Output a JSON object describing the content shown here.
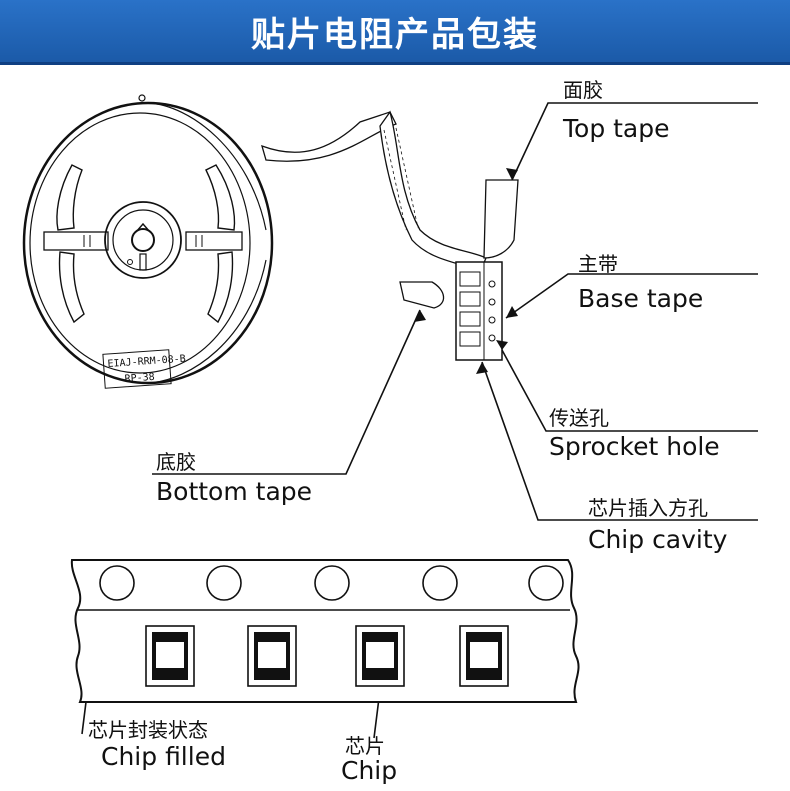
{
  "title": "贴片电阻产品包装",
  "colors": {
    "banner": "#1f63b6",
    "ink": "#111111"
  },
  "reel_labels": {
    "line1": "EIAJ-RRM-08-B",
    "line2": "RP-38"
  },
  "callouts": {
    "top_tape": {
      "zh": "面胶",
      "en": "Top tape"
    },
    "base_tape": {
      "zh": "主带",
      "en": "Base tape"
    },
    "sprocket_hole": {
      "zh": "传送孔",
      "en": "Sprocket hole"
    },
    "bottom_tape": {
      "zh": "底胶",
      "en": "Bottom tape"
    },
    "chip_cavity": {
      "zh": "芯片插入方孔",
      "en": "Chip cavity"
    },
    "chip_filled": {
      "zh": "芯片封装状态",
      "en": "Chip filled"
    },
    "chip": {
      "zh": "芯片",
      "en": "Chip"
    }
  }
}
